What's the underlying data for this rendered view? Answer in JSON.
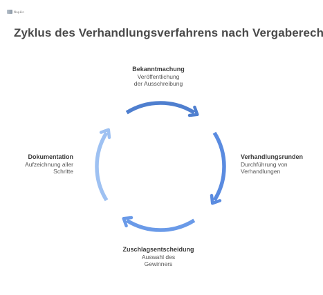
{
  "logo": {
    "text": "Napkin"
  },
  "title": "Zyklus des Verhandlungsverfahrens nach Vergaberecht",
  "steps": [
    {
      "title": "Bekanntmachung",
      "description": "Veröffentlichung\nder Ausschreibung",
      "color": "#4f7fcf"
    },
    {
      "title": "Verhandlungsrunden",
      "description": "Durchführung von\nVerhandlungen",
      "color": "#5a8be0"
    },
    {
      "title": "Zuschlagsentscheidung",
      "description": "Auswahl des\nGewinners",
      "color": "#6a9ae8"
    },
    {
      "title": "Dokumentation",
      "description": "Aufzeichnung aller\nSchritte",
      "color": "#9ec1f2"
    }
  ]
}
